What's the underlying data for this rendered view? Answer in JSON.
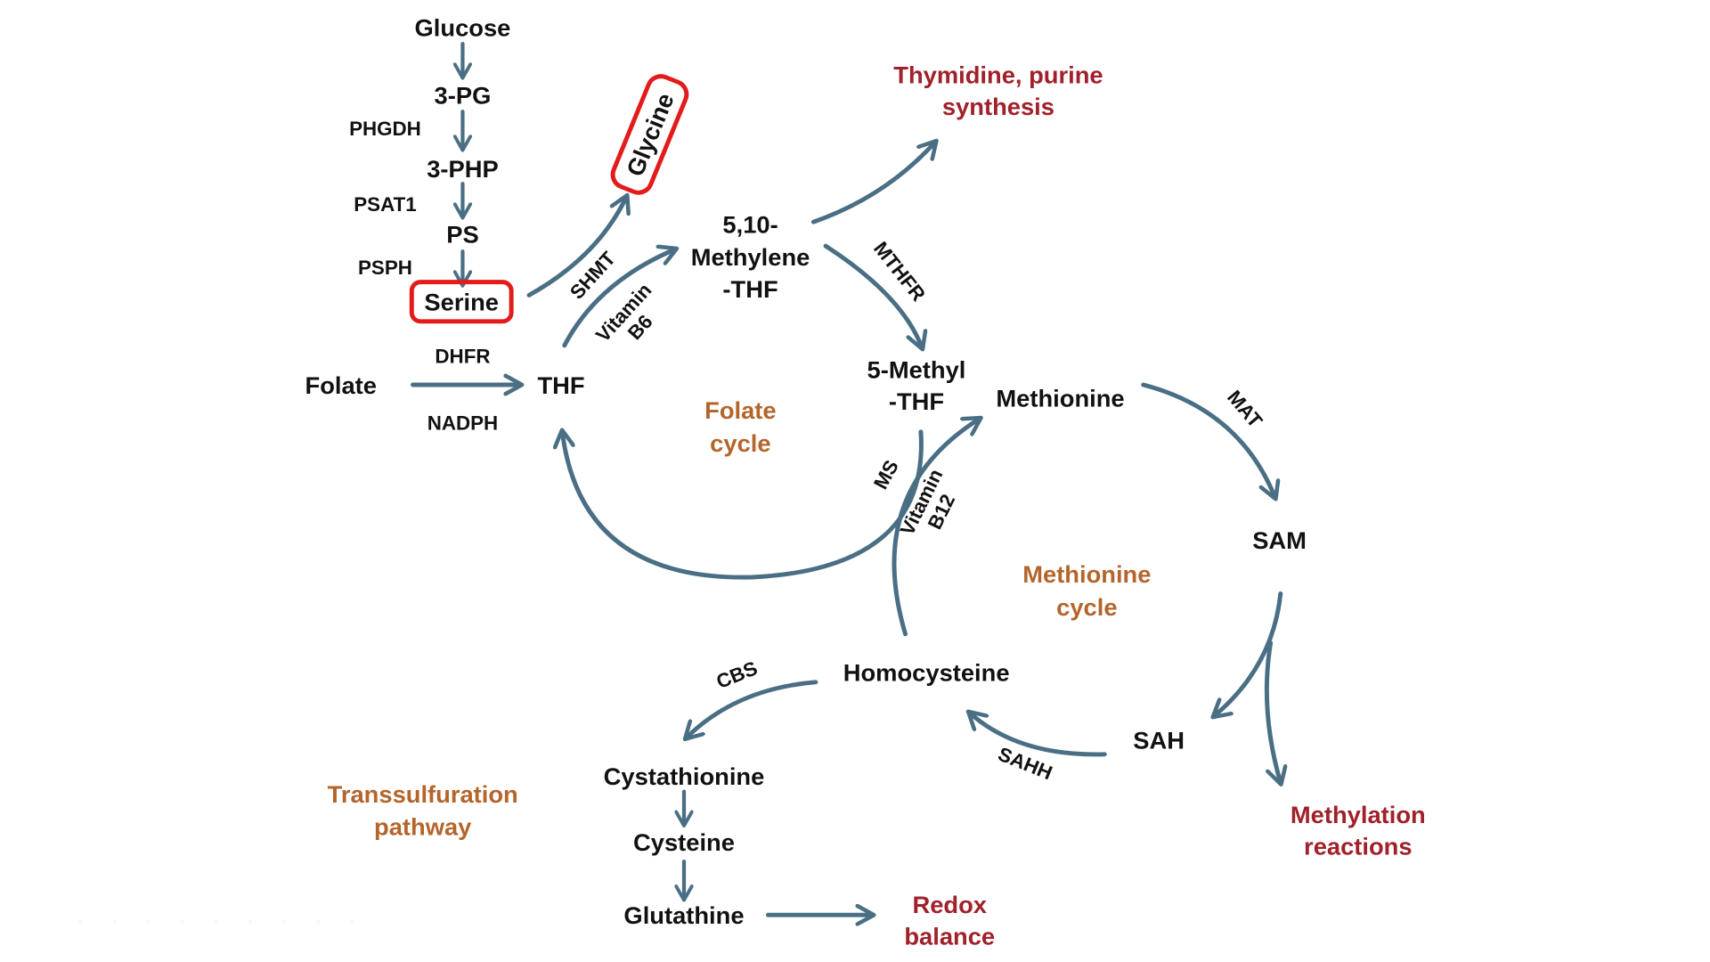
{
  "diagram": {
    "title": "One-carbon metabolism: serine, folate, methionine and transsulfuration pathways",
    "colors": {
      "arrow": "#4a6f85",
      "highlight_box": "#e41b1b",
      "cycle_label": "#b4652b",
      "output_label": "#a0212a",
      "node_text": "#111111"
    },
    "nodes": {
      "glucose": "Glucose",
      "pg3": "3-PG",
      "php3": "3-PHP",
      "ps": "PS",
      "serine": "Serine",
      "glycine": "Glycine",
      "folate": "Folate",
      "thf": "THF",
      "methylene_thf": [
        "5,10-",
        "Methylene",
        "-THF"
      ],
      "methyl_thf": [
        "5-Methyl",
        "-THF"
      ],
      "methionine": "Methionine",
      "sam": "SAM",
      "sah": "SAH",
      "homocysteine": "Homocysteine",
      "cystathionine": "Cystathionine",
      "cysteine": "Cysteine",
      "glutathine": "Glutathine"
    },
    "enzymes": {
      "phgdh": "PHGDH",
      "psat1": "PSAT1",
      "psph": "PSPH",
      "dhfr": "DHFR",
      "nadph": "NADPH",
      "shmt": "SHMT",
      "vitamin_b6": [
        "Vitamin",
        "B6"
      ],
      "mthfr": "MTHFR",
      "ms": "MS",
      "vitamin_b12": [
        "Vitamin",
        "B12"
      ],
      "mat": "MAT",
      "sahh": "SAHH",
      "cbs": "CBS"
    },
    "cycle_labels": {
      "folate_cycle": [
        "Folate",
        "cycle"
      ],
      "methionine_cycle": [
        "Methionine",
        "cycle"
      ],
      "transsulfuration": [
        "Transsulfuration",
        "pathway"
      ]
    },
    "outputs": {
      "thymidine": [
        "Thymidine, purine",
        "synthesis"
      ],
      "methylation": [
        "Methylation",
        "reactions"
      ],
      "redox": [
        "Redox",
        "balance"
      ]
    },
    "highlighted_nodes": [
      "Serine",
      "Glycine"
    ]
  }
}
